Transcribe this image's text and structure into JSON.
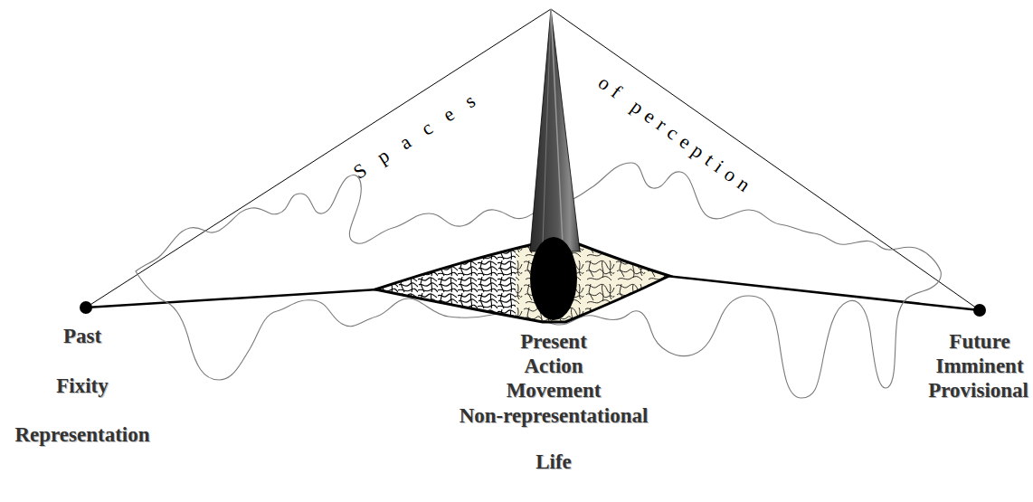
{
  "diagram": {
    "labels": [
      "Spaces",
      "of perception",
      "Past",
      "Fixity",
      "Representation",
      "Present",
      "Action",
      "Movement",
      "Non-representational",
      "Life",
      "Future",
      "Imminent",
      "Provisional"
    ]
  }
}
